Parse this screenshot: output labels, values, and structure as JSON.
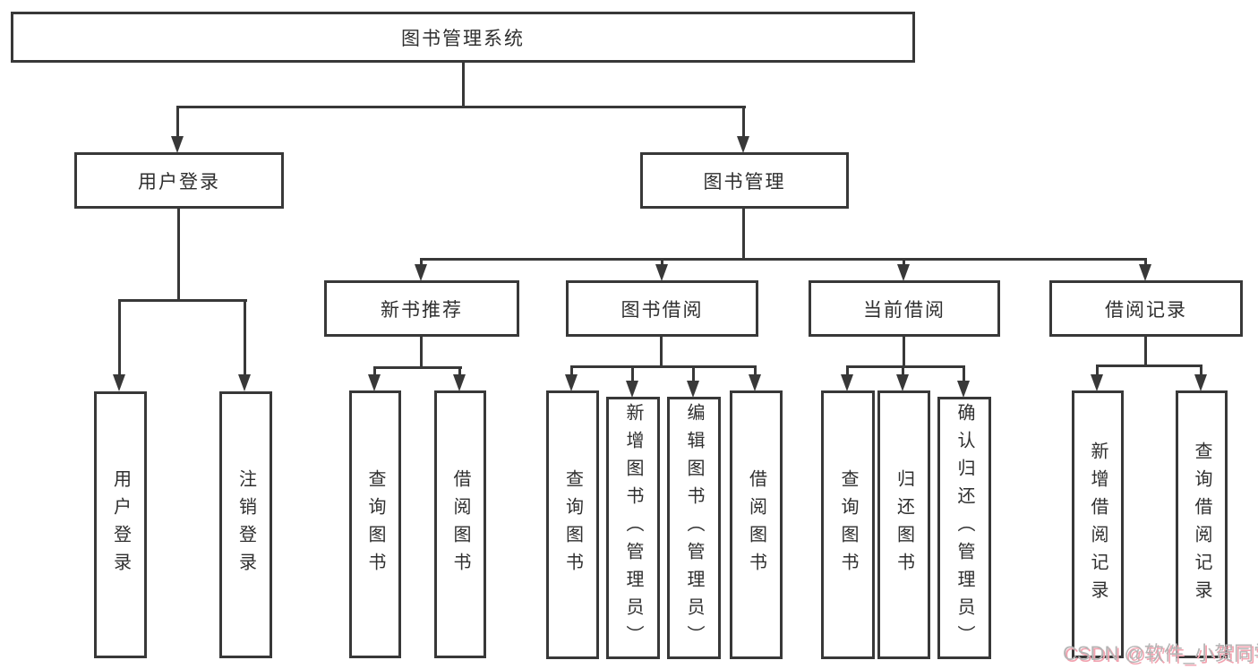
{
  "diagram": {
    "root": {
      "label": "图书管理系统"
    },
    "branches": [
      {
        "label": "用户登录",
        "children": [
          {
            "label": "用户登录"
          },
          {
            "label": "注销登录"
          }
        ]
      },
      {
        "label": "图书管理",
        "children": [
          {
            "label": "新书推荐",
            "children": [
              {
                "label": "查询图书"
              },
              {
                "label": "借阅图书"
              }
            ]
          },
          {
            "label": "图书借阅",
            "children": [
              {
                "label": "查询图书"
              },
              {
                "label": "新增图书（管理员）"
              },
              {
                "label": "编辑图书（管理员）"
              },
              {
                "label": "借阅图书"
              }
            ]
          },
          {
            "label": "当前借阅",
            "children": [
              {
                "label": "查询图书"
              },
              {
                "label": "归还图书"
              },
              {
                "label": "确认归还（管理员）"
              }
            ]
          },
          {
            "label": "借阅记录",
            "children": [
              {
                "label": "新增借阅记录"
              },
              {
                "label": "查询借阅记录"
              }
            ]
          }
        ]
      }
    ]
  },
  "watermark": {
    "text": "CSDN @软件_小贺同学"
  },
  "colors": {
    "line": "#383838",
    "text": "#2f2f2f",
    "box_background": "#ffffff",
    "watermark_text": "#b5b5b5",
    "watermark_shadow": "#f2a3b0"
  }
}
